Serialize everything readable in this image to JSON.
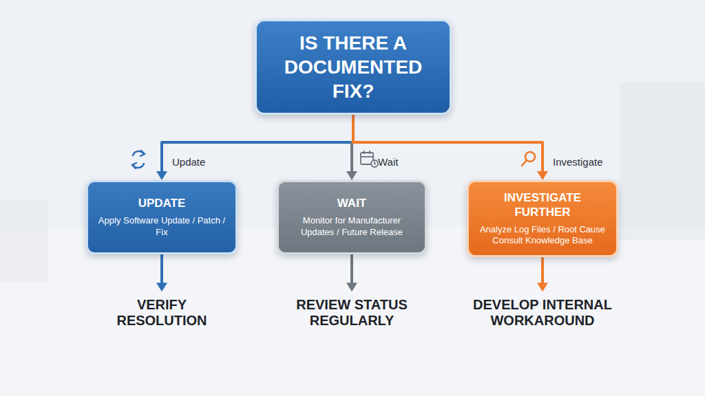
{
  "diagram": {
    "nodes": [
      {
        "text": [
          "IS THERE A DOCUMENTED FIX?"
        ]
      },
      {
        "text": [
          "UPDATE",
          "Apply Software Update / Patch / Fix"
        ]
      },
      {
        "text": [
          "WAIT",
          "Monitor for Manufacturer Updates / Future Release"
        ]
      },
      {
        "text": [
          "INVESTIGATE FURTHER",
          "Analyze Log Files / Root Cause Consult Knowledge Base"
        ]
      }
    ],
    "edges": [
      {
        "from": 0,
        "to": 1,
        "label": "Update",
        "arrow": "to"
      },
      {
        "from": 0,
        "to": 2,
        "label": "Wait",
        "arrow": "to"
      },
      {
        "from": 0,
        "to": 3,
        "label": "Investigate",
        "arrow": "to"
      }
    ],
    "labels": [
      "VERIFY RESOLUTION",
      "REVIEW STATUS REGULARLY",
      "DEVELOP INTERNAL WORKAROUND"
    ]
  }
}
